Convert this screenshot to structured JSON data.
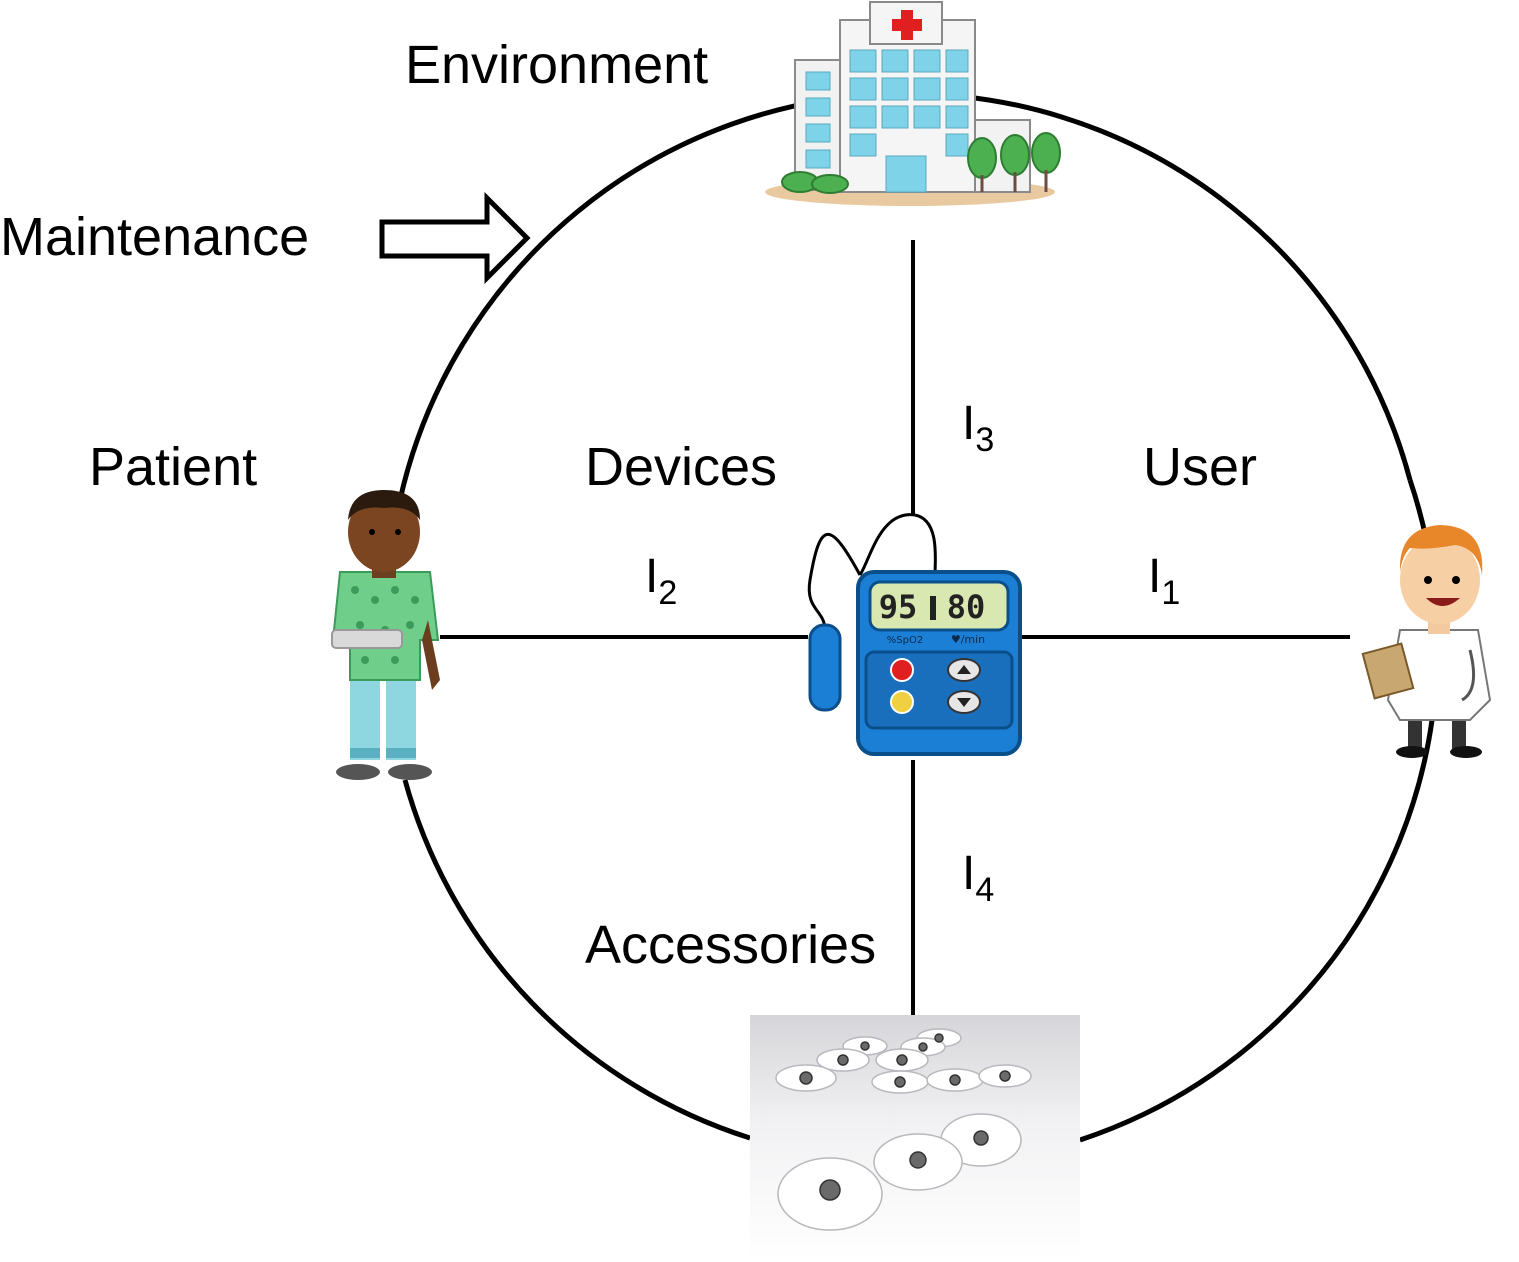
{
  "labels": {
    "environment": "Environment",
    "maintenance": "Maintenance",
    "patient": "Patient",
    "devices": "Devices",
    "user": "User",
    "accessories": "Accessories"
  },
  "interfaces": [
    {
      "letter": "I",
      "index": "1"
    },
    {
      "letter": "I",
      "index": "2"
    },
    {
      "letter": "I",
      "index": "3"
    },
    {
      "letter": "I",
      "index": "4"
    }
  ],
  "device_display": {
    "spo2": "95",
    "pulse": "80",
    "spo2_unit": "%SpO2",
    "pulse_unit": "♥/min"
  },
  "colors": {
    "line": "#000000",
    "device_blue": "#1c7fd6",
    "hospital_red": "#e02020",
    "patient_gown": "#6fcf8a",
    "doctor_hair": "#e8862a"
  }
}
